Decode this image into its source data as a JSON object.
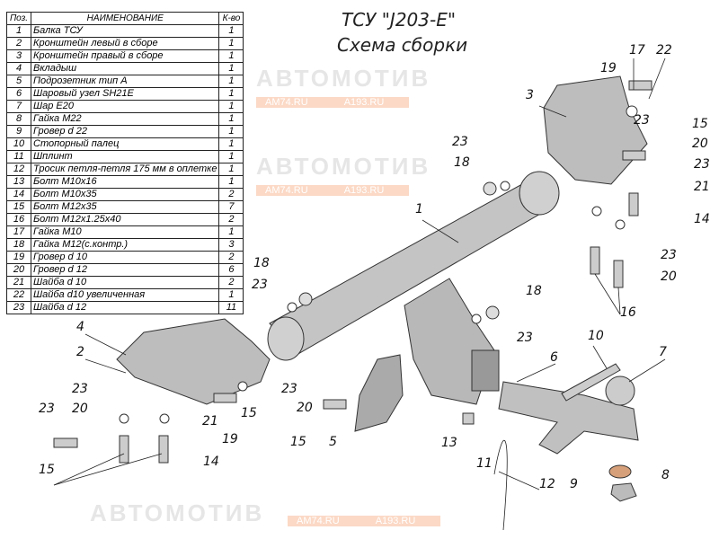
{
  "title": "ТСУ \"J203-E\"",
  "subtitle": "Схема сборки",
  "watermark": {
    "brand": "АВТОМОТИВ",
    "site1": "AM74.RU",
    "site2": "A193.RU"
  },
  "table": {
    "headers": [
      "Поз.",
      "НАИМЕНОВАНИЕ",
      "К-во"
    ],
    "rows": [
      [
        "1",
        "Балка ТСУ",
        "1"
      ],
      [
        "2",
        "Кронштейн левый в сборе",
        "1"
      ],
      [
        "3",
        "Кронштейн правый в сборе",
        "1"
      ],
      [
        "4",
        "Вкладыш",
        "1"
      ],
      [
        "5",
        "Подрозетник тип А",
        "1"
      ],
      [
        "6",
        "Шаровый узел SH21E",
        "1"
      ],
      [
        "7",
        "Шар Е20",
        "1"
      ],
      [
        "8",
        "Гайка М22",
        "1"
      ],
      [
        "9",
        "Гровер d 22",
        "1"
      ],
      [
        "10",
        "Стопорный палец",
        "1"
      ],
      [
        "11",
        "Шплинт",
        "1"
      ],
      [
        "12",
        "Тросик петля-петля 175 мм в оплетке",
        "1"
      ],
      [
        "13",
        "Болт М10х16",
        "1"
      ],
      [
        "14",
        "Болт М10х35",
        "2"
      ],
      [
        "15",
        "Болт М12х35",
        "7"
      ],
      [
        "16",
        "Болт М12х1.25х40",
        "2"
      ],
      [
        "17",
        "Гайка М10",
        "1"
      ],
      [
        "18",
        "Гайка М12(с.контр.)",
        "3"
      ],
      [
        "19",
        "Гровер d 10",
        "2"
      ],
      [
        "20",
        "Гровер d 12",
        "6"
      ],
      [
        "21",
        "Шайба d 10",
        "2"
      ],
      [
        "22",
        "Шайба d10 увеличенная",
        "1"
      ],
      [
        "23",
        "Шайба d 12",
        "11"
      ]
    ]
  },
  "callouts": [
    "17",
    "22",
    "19",
    "3",
    "23",
    "15",
    "20",
    "23",
    "21",
    "14",
    "23",
    "18",
    "1",
    "23",
    "20",
    "16",
    "18",
    "23",
    "18",
    "23",
    "4",
    "2",
    "23",
    "20",
    "23",
    "21",
    "19",
    "15",
    "20",
    "23",
    "15",
    "5",
    "14",
    "15",
    "13",
    "11",
    "12",
    "6",
    "10",
    "7",
    "9",
    "8"
  ]
}
